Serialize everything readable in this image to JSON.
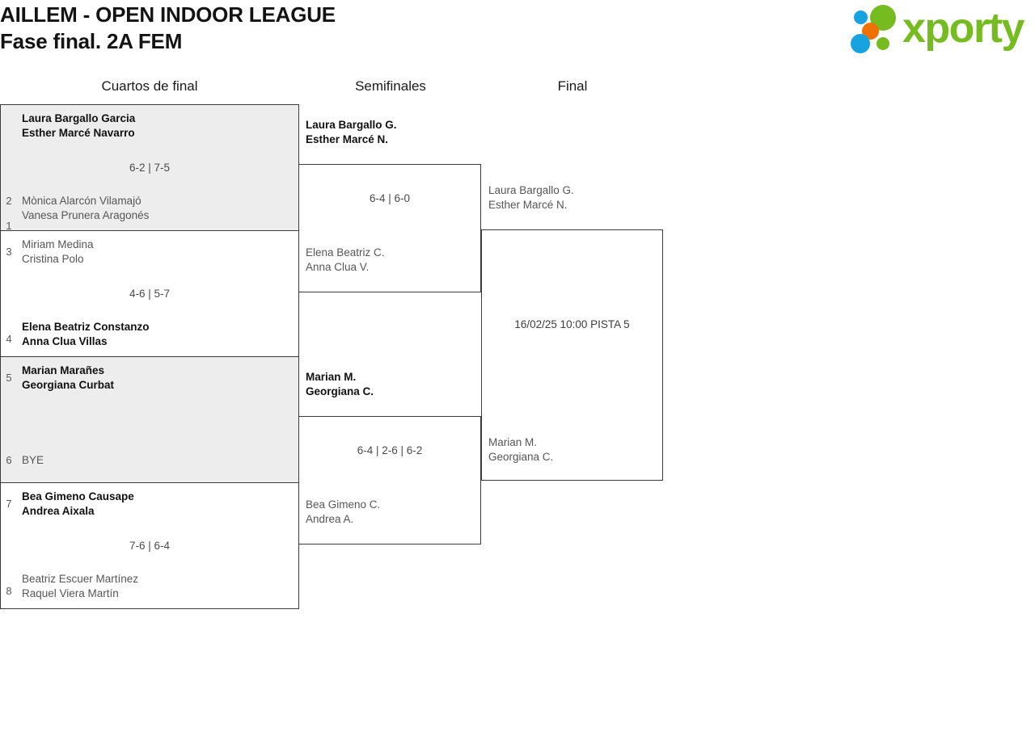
{
  "header": {
    "title_line1": "AILLEM - OPEN INDOOR LEAGUE",
    "title_line2": "Fase final. 2A FEM",
    "logo_word": "xporty",
    "logo_colors": {
      "green": "#76bc21",
      "blue": "#17a3e0",
      "orange": "#ef7100"
    }
  },
  "rounds": [
    {
      "label": "Cuartos de final"
    },
    {
      "label": "Semifinales"
    },
    {
      "label": "Final"
    }
  ],
  "quarterfinals": [
    {
      "top": {
        "seed": "1",
        "line1": "Laura Bargallo Garcia",
        "line2": "Esther Marcé Navarro",
        "result": "winner"
      },
      "bottom": {
        "seed": "2",
        "line1": "Mònica Alarcón Vilamajó",
        "line2": "Vanesa Prunera Aragonés",
        "result": "loser"
      },
      "score": "6-2 | 7-5"
    },
    {
      "top": {
        "seed": "3",
        "line1": "Miriam Medina",
        "line2": "Cristina Polo",
        "result": "loser"
      },
      "bottom": {
        "seed": "4",
        "line1": "Elena Beatriz Constanzo",
        "line2": "Anna Clua Villas",
        "result": "winner"
      },
      "score": "4-6 | 5-7"
    },
    {
      "top": {
        "seed": "5",
        "line1": "Marian Marañes",
        "line2": "Georgiana Curbat",
        "result": "winner"
      },
      "bottom": {
        "seed": "6",
        "line1": "BYE",
        "line2": "",
        "result": "bye"
      },
      "score": ""
    },
    {
      "top": {
        "seed": "7",
        "line1": "Bea Gimeno Causape",
        "line2": "Andrea Aixala",
        "result": "winner"
      },
      "bottom": {
        "seed": "8",
        "line1": "Beatriz Escuer Martínez",
        "line2": "Raquel Viera Martín",
        "result": "loser"
      },
      "score": "7-6 | 6-4"
    }
  ],
  "semifinals": [
    {
      "top": {
        "line1": "Laura Bargallo G.",
        "line2": "Esther Marcé N.",
        "result": "winner"
      },
      "bottom": {
        "line1": "Elena Beatriz C.",
        "line2": "Anna Clua V.",
        "result": "loser"
      },
      "score": "6-4 | 6-0"
    },
    {
      "top": {
        "line1": "Marian M.",
        "line2": "Georgiana C.",
        "result": "winner"
      },
      "bottom": {
        "line1": "Bea Gimeno C.",
        "line2": "Andrea A.",
        "result": "loser"
      },
      "score": "6-4 | 2-6 | 6-2"
    }
  ],
  "final": {
    "top": {
      "line1": "Laura Bargallo G.",
      "line2": "Esther Marcé N.",
      "result": "pending"
    },
    "bottom": {
      "line1": "Marian M.",
      "line2": "Georgiana C.",
      "result": "pending"
    },
    "schedule": "16/02/25 10:00 PISTA 5"
  }
}
